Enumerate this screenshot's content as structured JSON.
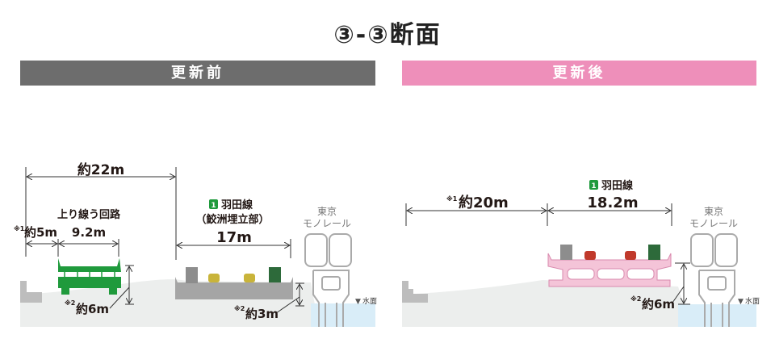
{
  "title": "③-③断面",
  "before": {
    "header": "更新前",
    "header_color": "#6d6d6d",
    "total_width": "約22m",
    "detour_label": "上り線う回路",
    "note1": "※1",
    "width_5": "約5m",
    "width_92": "9.2m",
    "route_badge": "1",
    "route_name": "羽田線",
    "route_sub": "（鮫洲埋立部）",
    "width_17": "17m",
    "note2a": "※2",
    "height_6": "約6m",
    "note2b": "※2",
    "height_3": "約3m",
    "monorail": [
      "東京",
      "モノレール"
    ],
    "water": "水面"
  },
  "after": {
    "header": "更新後",
    "header_color": "#ee8fba",
    "note1": "※1",
    "width_20": "約20m",
    "route_badge": "1",
    "route_name": "羽田線",
    "width_182": "18.2m",
    "note2": "※2",
    "height_6": "約6m",
    "monorail": [
      "東京",
      "モノレール"
    ],
    "water": "水面"
  }
}
